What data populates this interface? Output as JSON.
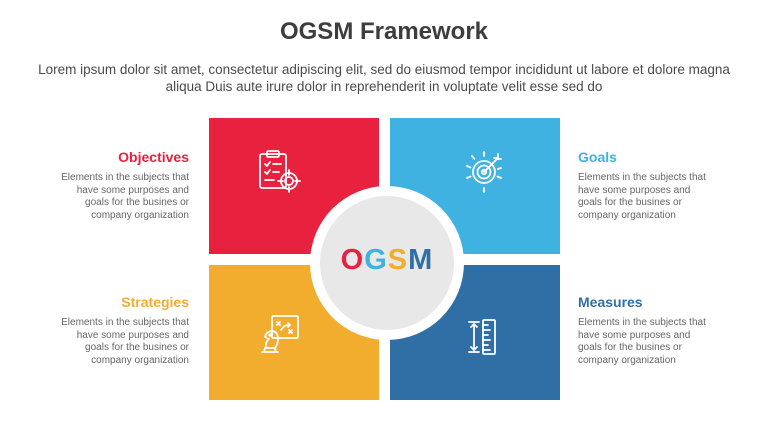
{
  "header": {
    "title": "OGSM Framework",
    "description": "Lorem ipsum dolor sit amet, consectetur adipiscing elit, sed do eiusmod tempor incididunt ut labore et dolore magna aliqua Duis aute irure dolor in reprehenderit in voluptate velit esse sed do"
  },
  "center": {
    "letters": [
      "O",
      "G",
      "S",
      "M"
    ],
    "letter_colors": [
      "#e8213f",
      "#3fb2e2",
      "#f2ad2e",
      "#2f6fa6"
    ],
    "circle_color": "#e8e8e8"
  },
  "quadrants": [
    {
      "key": "objectives",
      "title": "Objectives",
      "color": "#e8213f",
      "icon": "checklist-target-icon",
      "body": "Elements in the subjects that have some purposes and goals for the busines or company organization"
    },
    {
      "key": "goals",
      "title": "Goals",
      "color": "#3fb2e2",
      "icon": "target-icon",
      "body": "Elements in the subjects that have some purposes and goals for the busines or company organization"
    },
    {
      "key": "strategies",
      "title": "Strategies",
      "color": "#f2ad2e",
      "icon": "chess-knight-board-icon",
      "body": "Elements in the subjects that have some purposes and goals for the busines or company organization"
    },
    {
      "key": "measures",
      "title": "Measures",
      "color": "#2f6fa6",
      "icon": "ruler-measure-icon",
      "body": "Elements in the subjects that have some purposes and goals for the busines or company organization"
    }
  ]
}
